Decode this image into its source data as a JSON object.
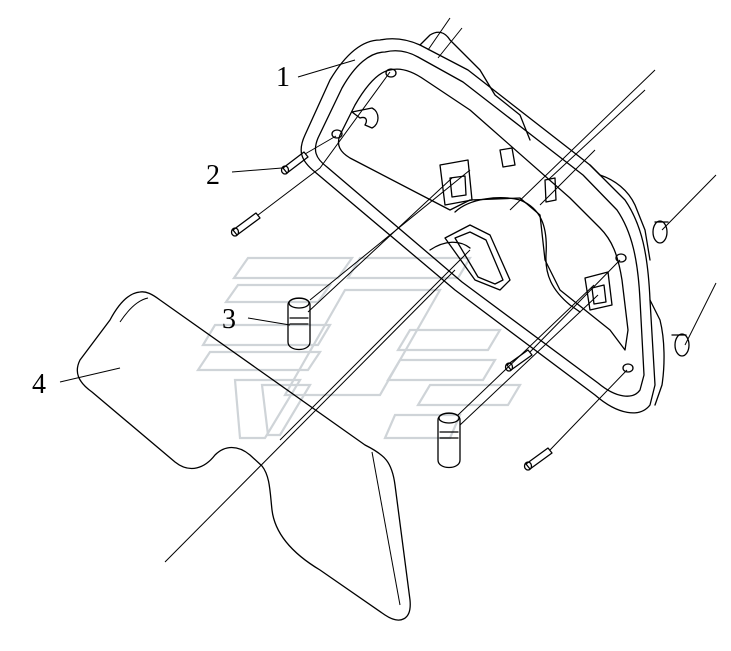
{
  "labels": {
    "part1": "1",
    "part2": "2",
    "part3": "3",
    "part4": "4"
  },
  "colors": {
    "line": "#000000",
    "panel_fill": "#f2f2f2",
    "watermark": "#cfd4d8",
    "background": "#ffffff"
  }
}
